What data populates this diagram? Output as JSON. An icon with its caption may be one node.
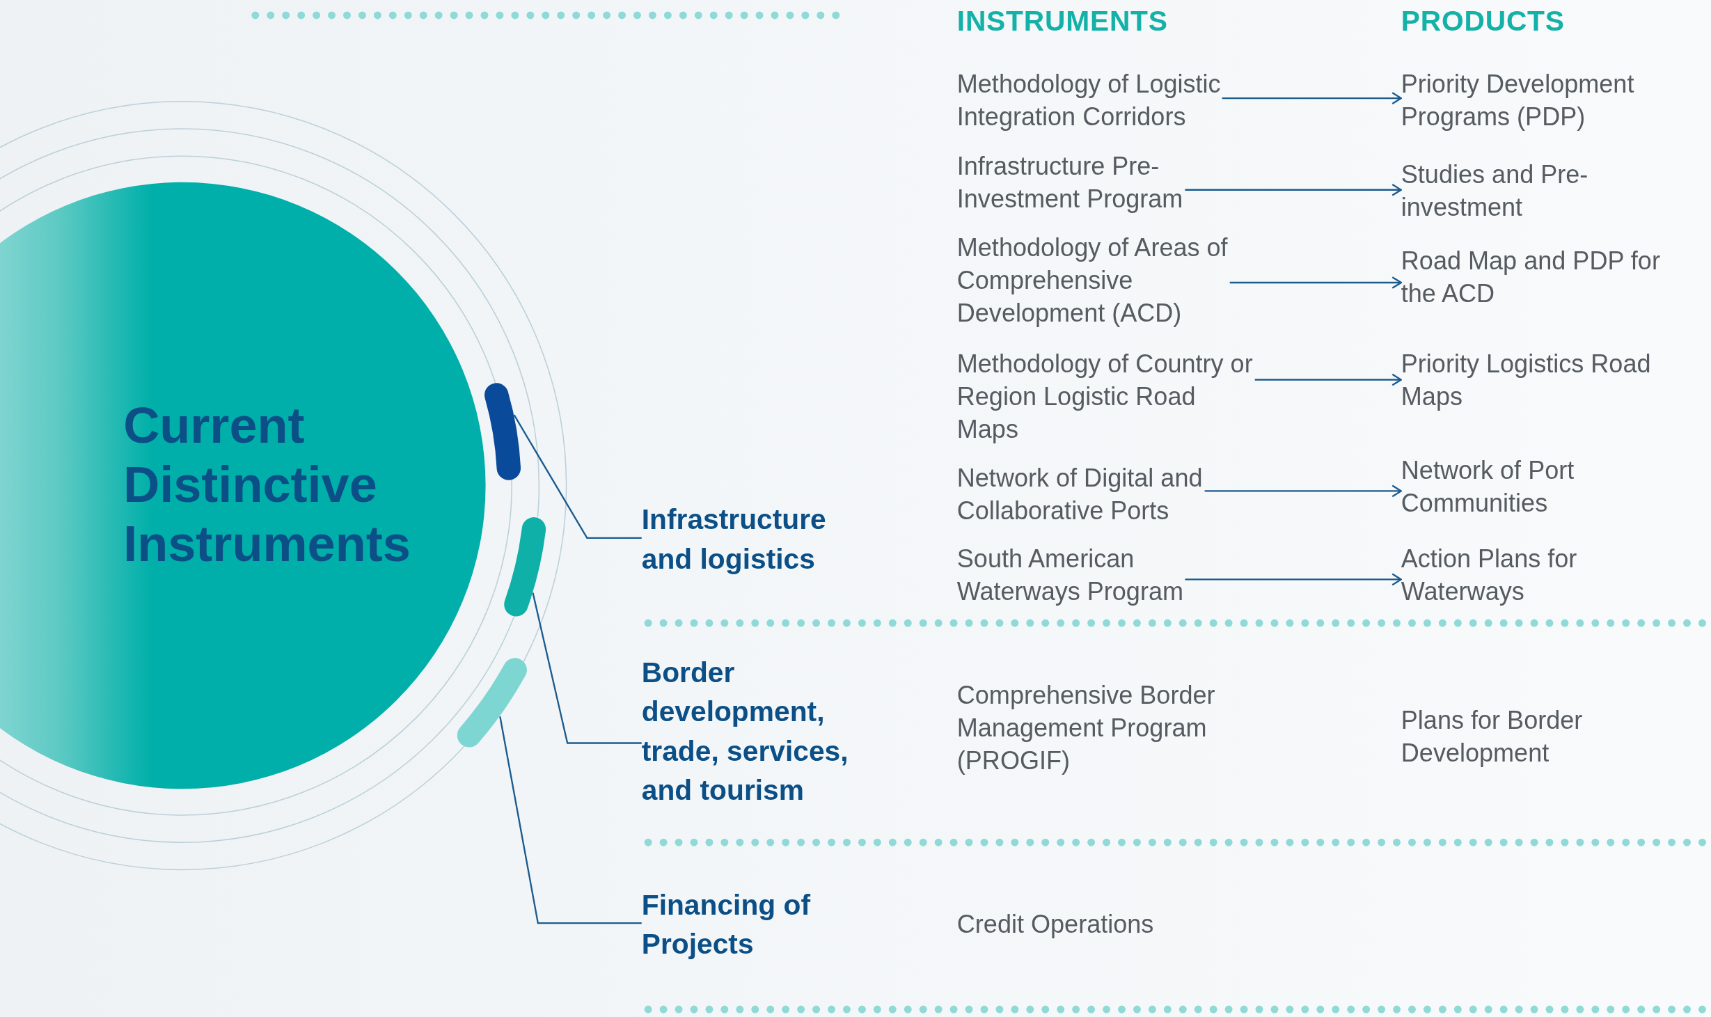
{
  "diagram": {
    "nodes": [
      {
        "text": [
          "Current Distinctive Instruments"
        ]
      },
      {
        "text": [],
        "shape": "bar"
      },
      {
        "text": [],
        "shape": "bar"
      },
      {
        "text": [],
        "shape": "bar"
      },
      {
        "text": [
          "Infrastructure and logistics"
        ]
      },
      {
        "text": [
          "Border development, trade, services, and tourism"
        ]
      },
      {
        "text": [
          "Financing of Projects"
        ]
      },
      {
        "text": [
          "Methodology of Logistic Integration Corridors"
        ]
      },
      {
        "text": [
          "Priority Development Programs (PDP)"
        ]
      },
      {
        "text": [
          "Infrastructure Pre-Investment Program"
        ]
      },
      {
        "text": [
          "Studies and Pre-investment"
        ]
      },
      {
        "text": [
          "Methodology of Areas of Comprehensive Development (ACD)"
        ]
      },
      {
        "text": [
          "Road Map and PDP for the ACD"
        ]
      },
      {
        "text": [
          "Methodology of Country or Region Logistic Road Maps"
        ]
      },
      {
        "text": [
          "Priority Logistics Road Maps"
        ]
      },
      {
        "text": [
          "Network of Digital and Collaborative Ports"
        ]
      },
      {
        "text": [
          "Network of Port Communities"
        ]
      },
      {
        "text": [
          "South American Waterways Program"
        ]
      },
      {
        "text": [
          "Action Plans for Waterways"
        ]
      }
    ],
    "edges": [
      {
        "from": 4,
        "to": 1,
        "arrow": "none"
      },
      {
        "from": 5,
        "to": 2,
        "arrow": "none"
      },
      {
        "from": 6,
        "to": 3,
        "arrow": "none"
      },
      {
        "from": 7,
        "to": 8,
        "arrow": "to"
      },
      {
        "from": 9,
        "to": 10,
        "arrow": "to"
      },
      {
        "from": 11,
        "to": 12,
        "arrow": "to"
      },
      {
        "from": 13,
        "to": 14,
        "arrow": "to"
      },
      {
        "from": 15,
        "to": 16,
        "arrow": "to"
      },
      {
        "from": 17,
        "to": 18,
        "arrow": "to"
      }
    ],
    "labels": [
      "INSTRUMENTS",
      "PRODUCTS",
      "Comprehensive Border Management Program (PROGIF)",
      "Plans for Border Development",
      "Credit Operations"
    ]
  }
}
